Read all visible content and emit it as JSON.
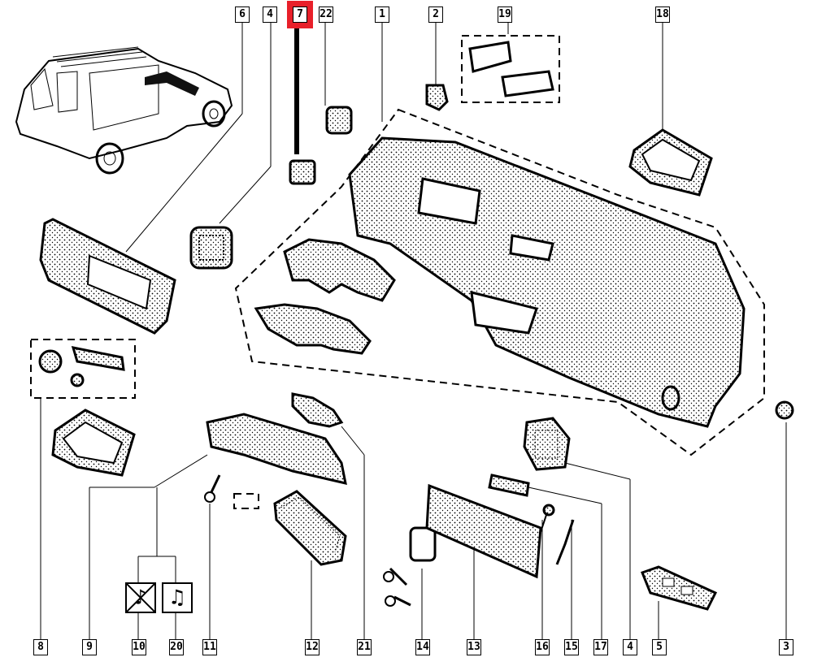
{
  "diagram": {
    "title": "Dashboard assembly exploded parts diagram",
    "highlight_color": "#e8202a",
    "selected_callout": "7",
    "top_callouts": [
      "6",
      "4",
      "7",
      "22",
      "1",
      "2",
      "19",
      "18"
    ],
    "bottom_callouts": [
      "8",
      "9",
      "10",
      "20",
      "11",
      "12",
      "21",
      "14",
      "13",
      "16",
      "15",
      "17",
      "4",
      "5",
      "3"
    ],
    "icons": {
      "no_radio": "no-music-icon",
      "radio": "music-icon",
      "no_radio_glyph": "♪",
      "radio_glyph": "♫"
    }
  }
}
